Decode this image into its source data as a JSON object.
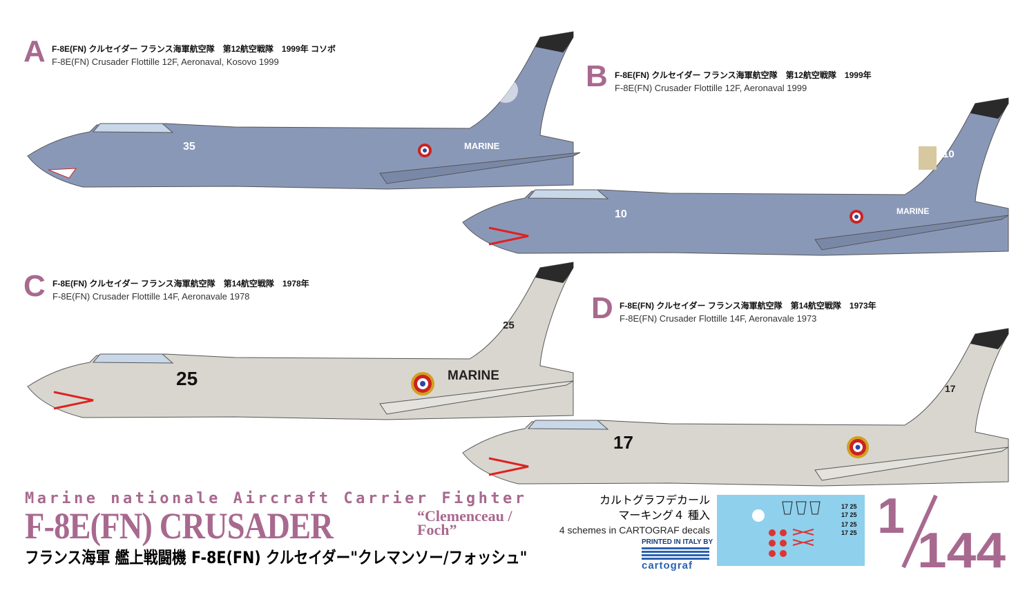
{
  "colors": {
    "accent": "#a8698f",
    "blue_grey": "#8a98b8",
    "light_grey": "#d8d6cf",
    "fin_tip": "#2a2a2a",
    "decal_bg": "#8fd0ec"
  },
  "schemes": [
    {
      "letter": "A",
      "jp": "F-8E(FN) クルセイダー フランス海軍航空隊　第12航空戦隊　1999年 コソボ",
      "en": "F-8E(FN) Crusader Flottille 12F, Aeronaval, Kosovo 1999",
      "side_number": "35",
      "fin_number": "",
      "marine": "MARINE"
    },
    {
      "letter": "B",
      "jp": "F-8E(FN) クルセイダー フランス海軍航空隊　第12航空戦隊　1999年",
      "en": "F-8E(FN) Crusader  Flottille 12F, Aeronaval   1999",
      "side_number": "10",
      "fin_number": "10",
      "marine": "MARINE"
    },
    {
      "letter": "C",
      "jp": "F-8E(FN) クルセイダー フランス海軍航空隊　第14航空戦隊　1978年",
      "en": "F-8E(FN) Crusader Flottille 14F, Aeronavale 1978",
      "side_number": "25",
      "fin_number": "25",
      "marine": "MARINE"
    },
    {
      "letter": "D",
      "jp": "F-8E(FN) クルセイダー フランス海軍航空隊　第14航空戦隊　1973年",
      "en": "F-8E(FN) Crusader Flottille 14F, Aeronavale 1973",
      "side_number": "17",
      "fin_number": "17",
      "marine": ""
    }
  ],
  "title": {
    "subtitle": "Marine nationale Aircraft Carrier Fighter",
    "main": "F-8E(FN) CRUSADER",
    "sub": "“Clemenceau /\nFoch”",
    "jp": "フランス海軍 艦上戦闘機 F-8E(FN) クルセイダー\"クレマンソー/フォッシュ\""
  },
  "decals": {
    "jp1": "カルトグラフデカール",
    "jp2": "マーキング４ 種入",
    "en": "4 schemes in CARTOGRAF decals",
    "printed": "PRINTED IN ITALY BY",
    "brand": "cartograf"
  },
  "scale": {
    "numerator": "1",
    "denominator": "144"
  }
}
